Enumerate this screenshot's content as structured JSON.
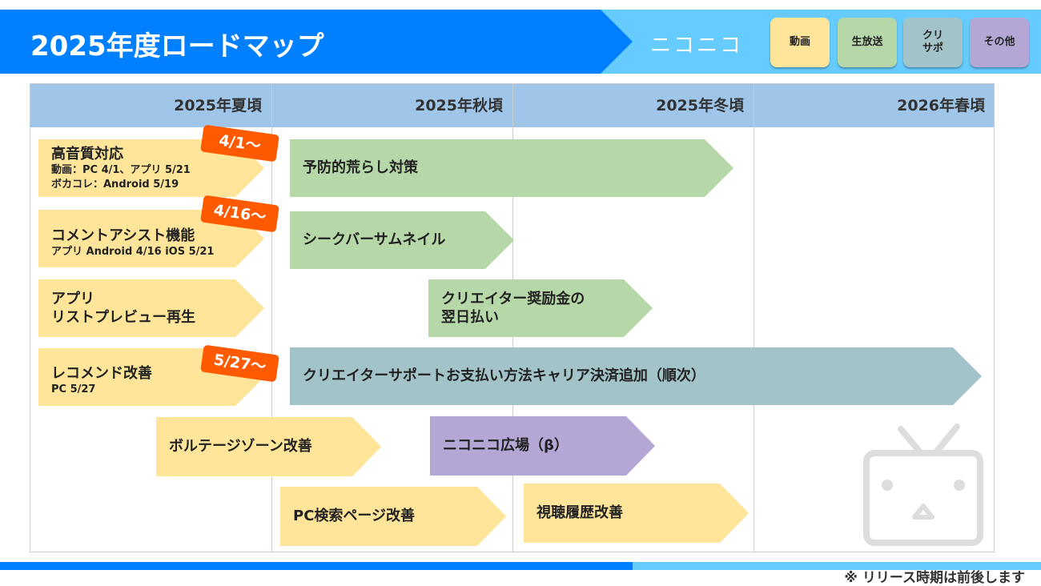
{
  "header": {
    "title": "2025年度ロードマップ",
    "brand": "ニコニコ"
  },
  "legend": [
    {
      "label": "動画",
      "color": "#ffe599"
    },
    {
      "label": "生放送",
      "color": "#b6d7a8"
    },
    {
      "label": "クリ\nサポ",
      "color": "#a2c4c9"
    },
    {
      "label": "その他",
      "color": "#b4a7d6"
    }
  ],
  "columns": [
    "2025年夏頃",
    "2025年秋頃",
    "2025年冬頃",
    "2026年春頃"
  ],
  "items": [
    {
      "title": "高音質対応",
      "sub1": "動画：PC 4/1、アプリ 5/21",
      "sub2": "ボカコレ：Android 5/19",
      "badge": "4/1〜"
    },
    {
      "title": "予防的荒らし対策"
    },
    {
      "title": "コメントアシスト機能",
      "sub1": "アプリ Android 4/16 iOS 5/21",
      "badge": "4/16〜"
    },
    {
      "title": "シークバーサムネイル"
    },
    {
      "title": "アプリ",
      "title2": "リストプレビュー再生"
    },
    {
      "title": "クリエイター奨励金の",
      "title2": "翌日払い"
    },
    {
      "title": "レコメンド改善",
      "sub1": "PC 5/27",
      "badge": "5/27〜"
    },
    {
      "title": "クリエイターサポートお支払い方法キャリア決済追加（順次）"
    },
    {
      "title": "ボルテージゾーン改善"
    },
    {
      "title": "ニコニコ広場（β）"
    },
    {
      "title": "PC検索ページ改善"
    },
    {
      "title": "視聴履歴改善"
    }
  ],
  "footnote": "※ リリース時期は前後します"
}
